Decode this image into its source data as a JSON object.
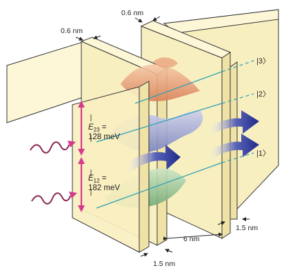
{
  "dimensions": {
    "barrier_top_left": "0.6 nm",
    "barrier_top_right": "0.6 nm",
    "well_bottom_left": "1.5 nm",
    "well_bottom_center": "6 nm",
    "well_bottom_right": "1.5 nm"
  },
  "levels": {
    "level3": "|3〉",
    "level2": "|2〉",
    "level1": "|1〉"
  },
  "energies": {
    "e23_symbol": "E",
    "e23_sub": "23",
    "e23_eq": " =",
    "e23_value": "128 meV",
    "e12_symbol": "E",
    "e12_sub": "12",
    "e12_eq": " =",
    "e12_value": "182 meV"
  },
  "colors": {
    "slab_fill": "#f8efc0",
    "slab_top": "#fdf7d8",
    "slab_side": "#efe2a6",
    "wf3": "#e9a47c",
    "wf2": "#9aa2cf",
    "wf1": "#8fbf8f",
    "level_line": "#2a9fb5",
    "arrow_blue": "#1f2a8a",
    "photon": "#8a2a55",
    "double_arrow": "#d63a8a"
  }
}
